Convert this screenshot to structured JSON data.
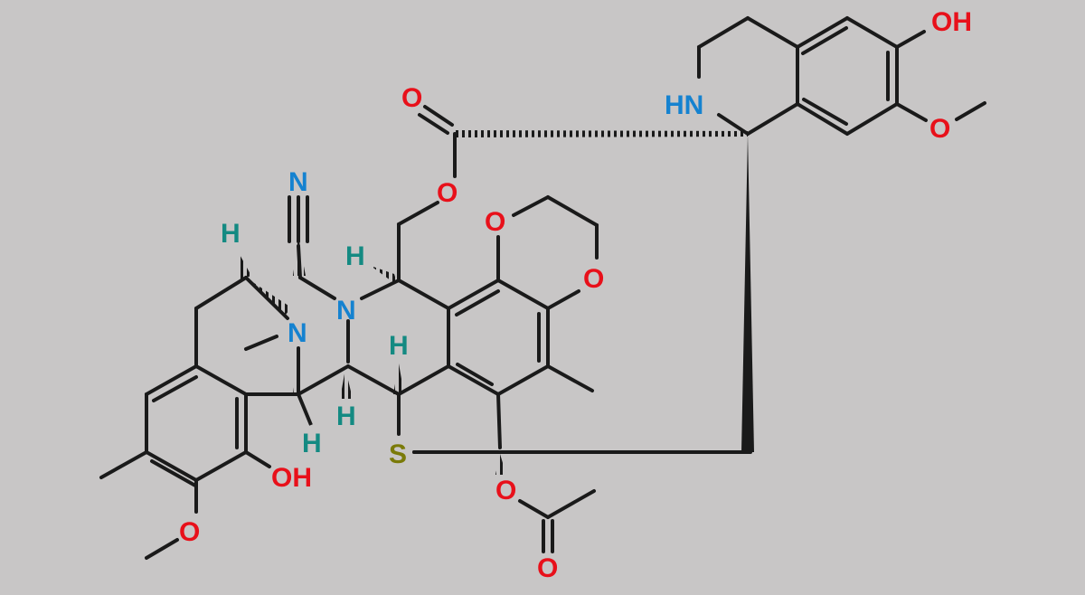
{
  "colors": {
    "background": "#c8c6c6",
    "bond": "#1a1a1a",
    "oxygen": "#e8101a",
    "nitrogen": "#1582d0",
    "sulfur": "#7a7a08",
    "hydrogen": "#148a82"
  },
  "labels": {
    "oh_top": "OH",
    "o_methoxy_right": "O",
    "hn": "HN",
    "o_carbonyl_top": "O",
    "o_ester": "O",
    "n_nitrile": "N",
    "h_left": "H",
    "h_center": "H",
    "o_dioxole_1": "O",
    "o_dioxole_2": "O",
    "n_ring": "N",
    "n_methyl": "N",
    "h_mid": "H",
    "h_low_1": "H",
    "h_low_2": "H",
    "s": "S",
    "oh_bottom": "OH",
    "o_methoxy_left": "O",
    "o_acetate": "O",
    "o_carbonyl_bottom": "O"
  }
}
